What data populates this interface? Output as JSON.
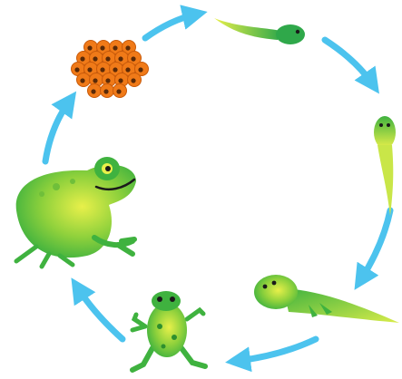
{
  "diagram": {
    "type": "cycle",
    "direction": "clockwise",
    "stages": [
      {
        "id": "eggs",
        "icon": "frog-eggs-icon"
      },
      {
        "id": "hatchling",
        "icon": "hatchling-tadpole-icon"
      },
      {
        "id": "tadpole",
        "icon": "tadpole-icon"
      },
      {
        "id": "tadpole-with-legs",
        "icon": "tadpole-with-legs-icon"
      },
      {
        "id": "froglet",
        "icon": "froglet-icon"
      },
      {
        "id": "adult-frog",
        "icon": "adult-frog-icon"
      }
    ],
    "colors": {
      "arrow": "#4cc3ee",
      "frog_green": "#3fb23f",
      "frog_yellow": "#e8f04a",
      "egg_orange": "#f07a18",
      "egg_dark": "#5a2a08"
    }
  }
}
